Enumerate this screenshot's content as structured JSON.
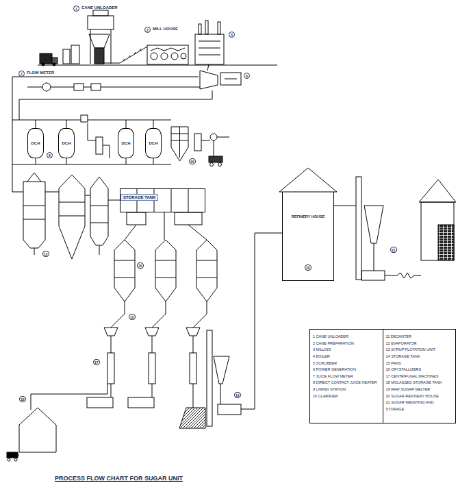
{
  "diagram": {
    "title": "PROCESS FLOW CHART FOR SUGAR UNIT",
    "nodes": [
      {
        "text": [
          "DCH"
        ]
      },
      {
        "text": [
          "DCH"
        ]
      },
      {
        "text": [
          "DCH"
        ]
      },
      {
        "text": [
          "DCH"
        ]
      },
      {
        "text": [
          "STORAGE TANK"
        ]
      },
      {
        "text": [
          "REFINERY HOUSE"
        ]
      },
      {
        "text": [
          "1 CANE UNLOADER",
          "2 CANE PREPARATION",
          "3 MILLING",
          "4 BOILER",
          "5 SCRUBBER",
          "6 POWER GENERATION",
          "7 JUICE FLOW METER",
          "8 DIRECT CONTACT JUICE HEATER",
          "9 LIMING STATION",
          "10 CLARIFIER",
          "11 DECANTER",
          "12 EVAPORATOR",
          "13 SYRUP FLOTATION UNIT",
          "14 STORAGE TANK",
          "15 PANS",
          "16 CRYSTALLIZERS",
          "17 CENTRIFUGAL MACHINES",
          "18 MOLASSES STORAGE TANK",
          "19 RAW SUGAR MELTER",
          "20 SUGAR REFINERY HOUSE",
          "21 SUGAR WEIGHING AND STORAGE"
        ]
      }
    ],
    "labels": [
      "1",
      "CANE UNLOADER",
      "2",
      "MILL HOUSE",
      "3",
      "6",
      "7",
      "FLOW METER",
      "8",
      "10",
      "12",
      "15",
      "16",
      "17",
      "18",
      "19",
      "20",
      "21"
    ]
  }
}
